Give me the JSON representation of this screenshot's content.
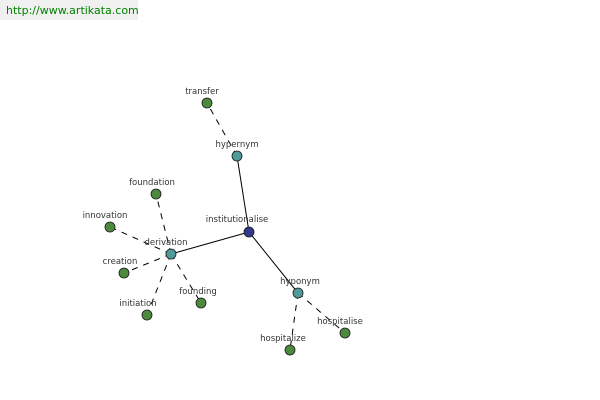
{
  "source_url": "http://www.artikata.com",
  "colors": {
    "root": "#333a8a",
    "relation": "#4f9a9a",
    "leaf": "#4e8a3e",
    "url_text": "#008000"
  },
  "graph": {
    "nodes": [
      {
        "id": "institutionalise",
        "label": "institutionalise",
        "kind": "root"
      },
      {
        "id": "hypernym",
        "label": "hypernym",
        "kind": "relation"
      },
      {
        "id": "derivation",
        "label": "derivation",
        "kind": "relation"
      },
      {
        "id": "hyponym",
        "label": "hyponym",
        "kind": "relation"
      },
      {
        "id": "transfer",
        "label": "transfer",
        "kind": "leaf"
      },
      {
        "id": "foundation",
        "label": "foundation",
        "kind": "leaf"
      },
      {
        "id": "innovation",
        "label": "innovation",
        "kind": "leaf"
      },
      {
        "id": "creation",
        "label": "creation",
        "kind": "leaf"
      },
      {
        "id": "initiation",
        "label": "initiation",
        "kind": "leaf"
      },
      {
        "id": "founding",
        "label": "founding",
        "kind": "leaf"
      },
      {
        "id": "hospitalize",
        "label": "hospitalize",
        "kind": "leaf"
      },
      {
        "id": "hospitalise",
        "label": "hospitalise",
        "kind": "leaf"
      }
    ],
    "edges": [
      {
        "from": "institutionalise",
        "to": "hypernym",
        "style": "solid"
      },
      {
        "from": "institutionalise",
        "to": "derivation",
        "style": "solid"
      },
      {
        "from": "institutionalise",
        "to": "hyponym",
        "style": "solid"
      },
      {
        "from": "hypernym",
        "to": "transfer",
        "style": "dashed"
      },
      {
        "from": "derivation",
        "to": "foundation",
        "style": "dashed"
      },
      {
        "from": "derivation",
        "to": "innovation",
        "style": "dashed"
      },
      {
        "from": "derivation",
        "to": "creation",
        "style": "dashed"
      },
      {
        "from": "derivation",
        "to": "initiation",
        "style": "dashed"
      },
      {
        "from": "derivation",
        "to": "founding",
        "style": "dashed"
      },
      {
        "from": "hyponym",
        "to": "hospitalize",
        "style": "dashed"
      },
      {
        "from": "hyponym",
        "to": "hospitalise",
        "style": "dashed"
      }
    ]
  }
}
